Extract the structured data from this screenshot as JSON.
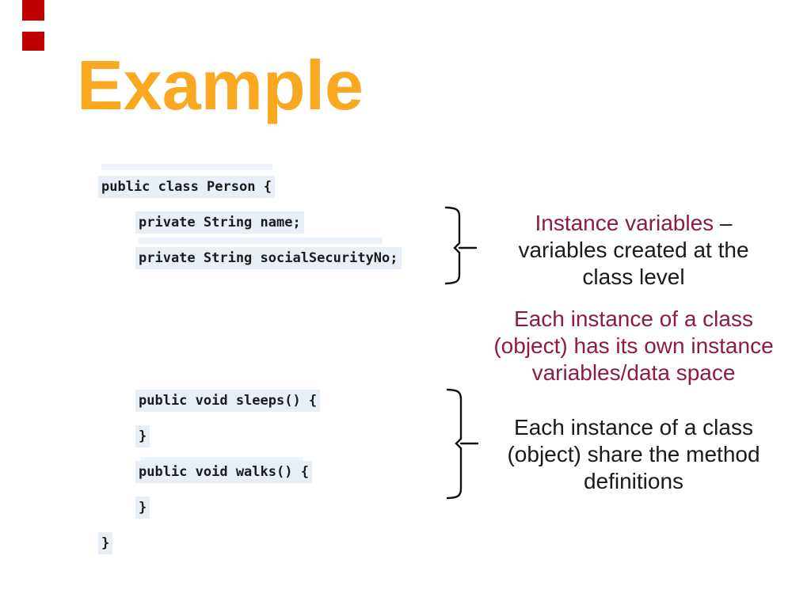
{
  "slide": {
    "title": "Example"
  },
  "theme": {
    "accent_red": "#C00000",
    "title_orange": "#F9A820",
    "code_highlight": "#E8EFF7",
    "code_text": "#1B1B1B",
    "annotation_maroon": "#8E1B47",
    "annotation_black": "#1A1A1A",
    "brace_black": "#101010"
  },
  "code": {
    "lines": [
      {
        "indent": 0,
        "text": "public class Person {"
      },
      {
        "indent": 1,
        "text": "private String name;"
      },
      {
        "indent": 1,
        "text": "private String socialSecurityNo;"
      },
      {
        "indent": 0,
        "text": ""
      },
      {
        "indent": 0,
        "text": ""
      },
      {
        "indent": 0,
        "text": ""
      },
      {
        "indent": 1,
        "text": "public void sleeps() {"
      },
      {
        "indent": 1,
        "text": "}"
      },
      {
        "indent": 1,
        "text": "public void walks() {"
      },
      {
        "indent": 1,
        "text": "}"
      },
      {
        "indent": 0,
        "text": "}"
      }
    ]
  },
  "annotations": [
    {
      "id": "instance-variables",
      "lines": [
        [
          {
            "t": "Instance variables",
            "c": "m"
          },
          {
            "t": " –",
            "c": "k"
          }
        ],
        [
          {
            "t": "variables created at the",
            "c": "k"
          }
        ],
        [
          {
            "t": "class level",
            "c": "k"
          }
        ]
      ]
    },
    {
      "id": "own-instance-variables",
      "lines": [
        [
          {
            "t": "Each instance of a class",
            "c": "m"
          }
        ],
        [
          {
            "t": "(object) has its own instance",
            "c": "m"
          }
        ],
        [
          {
            "t": "variables/data space",
            "c": "m"
          }
        ]
      ]
    },
    {
      "id": "shared-methods",
      "lines": [
        [
          {
            "t": "Each instance of a class",
            "c": "k"
          }
        ],
        [
          {
            "t": "(object) share the method",
            "c": "k"
          }
        ],
        [
          {
            "t": "definitions",
            "c": "k"
          }
        ]
      ]
    }
  ]
}
